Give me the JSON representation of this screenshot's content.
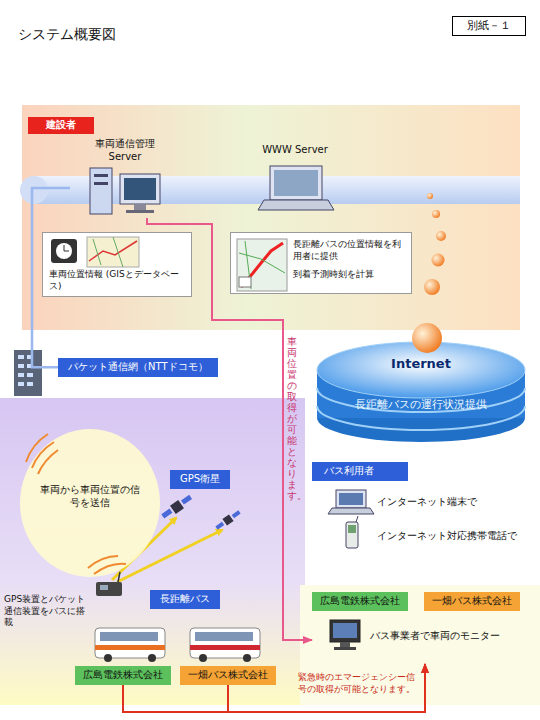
{
  "diagram": {
    "title": "システム概要図",
    "nodes": [
      {
        "text": [
          "別紙－１"
        ]
      },
      {
        "text": [
          "建設者"
        ]
      },
      {
        "text": [
          "車両通信管理 Server"
        ],
        "in": 1
      },
      {
        "text": [
          "WWW Server"
        ],
        "in": 1
      },
      {
        "text": [
          "車両位置情報 (GISとデータベース)"
        ],
        "in": 1
      },
      {
        "text": [
          "長距離バスの位置情報を利用者に提供",
          "到着予測時刻を計算"
        ],
        "in": 1
      },
      {
        "text": [
          "Internet",
          "長距離バスの運行状況提供"
        ]
      },
      {
        "text": [
          "パケット通信網（NTTドコモ）"
        ]
      },
      {
        "text": [
          "GPS衛星"
        ]
      },
      {
        "text": [
          "車両から車両位置の信号を送信"
        ]
      },
      {
        "text": [
          "長距離バス"
        ]
      },
      {
        "text": [
          "広島電鉄株式会社"
        ]
      },
      {
        "text": [
          "一畑バス株式会社"
        ]
      },
      {
        "text": [
          "バス利用者",
          "インターネット端末で",
          "インターネット対応携帯電話で"
        ]
      },
      {
        "text": [
          "広島電鉄株式会社",
          "一畑バス株式会社",
          "バス事業者で車両のモニター"
        ]
      }
    ],
    "edges": [
      {
        "from": 2,
        "to": 14,
        "arrow": "to",
        "label": "車両位置の取得が可能となります。"
      },
      {
        "from": 2,
        "to": 7,
        "arrow": "none"
      },
      {
        "from": 11,
        "to": 14,
        "arrow": "to",
        "label": "緊急時のエマージェンシー信号の取得が可能となります。"
      },
      {
        "from": 12,
        "to": 14,
        "arrow": "to"
      }
    ],
    "labels": [
      "GPS装置とパケット通信装置をバスに搭載"
    ]
  }
}
